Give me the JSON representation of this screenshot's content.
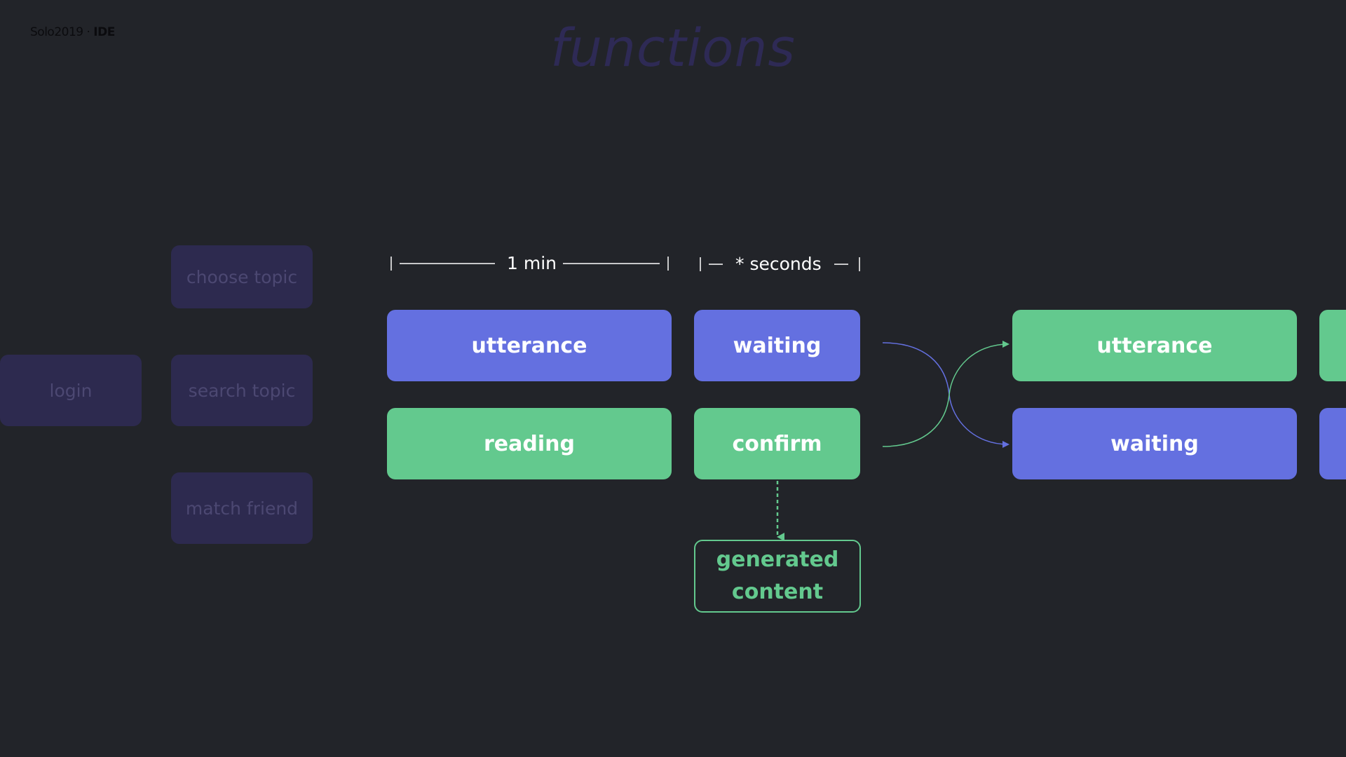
{
  "brand": {
    "name": "Solo2019 ·",
    "product": "IDE"
  },
  "title": "functions",
  "faded_steps": {
    "login": "login",
    "choose_topic": "choose topic",
    "search_topic": "search topic",
    "match_friend": "match friend"
  },
  "durations": {
    "utterance_duration": "1 min",
    "waiting_duration": "* seconds"
  },
  "user_a": {
    "utterance": "utterance",
    "waiting": "waiting"
  },
  "user_b": {
    "reading": "reading",
    "confirm": "confirm"
  },
  "generated_content": [
    "generated",
    "content"
  ],
  "next_round": {
    "utterance": "utterance",
    "waiting": "waiting"
  },
  "colors": {
    "background": "#222429",
    "purple": "#6470e0",
    "green": "#63c98e",
    "faded_box": "#2d2a4f",
    "faded_text": "#4c4872",
    "title": "#2e2a55"
  }
}
